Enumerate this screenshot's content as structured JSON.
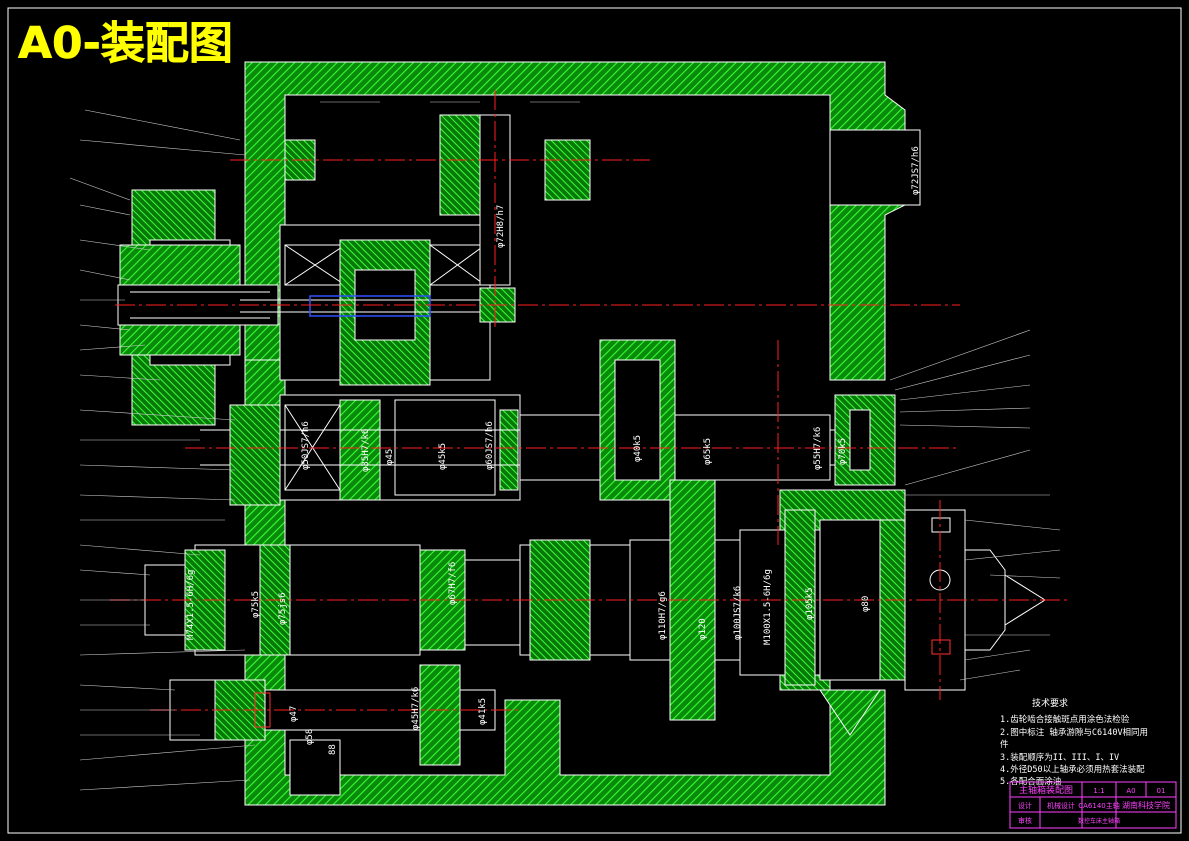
{
  "sheet": {
    "title": "A0-装配图",
    "title_color": "#ffff00",
    "background": "#000000",
    "hatch_color": "#00cc00",
    "line_color": "#ffffff",
    "center_color": "#ff0000",
    "leader_color": "#cfcfcf"
  },
  "dimensions": [
    {
      "label": "φ72JS7/h6"
    },
    {
      "label": "φ72H8/h7"
    },
    {
      "label": "φ50JS7/h6"
    },
    {
      "label": "φ35H7/k6"
    },
    {
      "label": "φ45"
    },
    {
      "label": "φ45k5"
    },
    {
      "label": "φ60JS7/h6"
    },
    {
      "label": "φ40k5"
    },
    {
      "label": "φ65k5"
    },
    {
      "label": "φ55H7/k6"
    },
    {
      "label": "φ70k5"
    },
    {
      "label": "φ75js6"
    },
    {
      "label": "φ110H7/g6"
    },
    {
      "label": "φ120"
    },
    {
      "label": "φ100JS7/k6"
    },
    {
      "label": "M74X1.5-6H/6g"
    },
    {
      "label": "M100X1.5-6H/6g"
    },
    {
      "label": "φ105k5"
    },
    {
      "label": "φ75k5"
    },
    {
      "label": "φ80"
    },
    {
      "label": "φ67H7/f6"
    },
    {
      "label": "φ58"
    },
    {
      "label": "φ41k5"
    },
    {
      "label": "φ45H7/k6"
    },
    {
      "label": "φ47"
    },
    {
      "label": "88"
    }
  ],
  "tech_notes": {
    "heading": "技术要求",
    "items": [
      "1.齿轮啮合接触斑点用涂色法检验",
      "2.图中标注   轴承游隙与C6140V相同用",
      "  件",
      "3.装配顺序为II、III、I、IV",
      "4.外径D50以上轴承必须用热套法装配",
      "5.各配合面涂油"
    ]
  },
  "title_block": {
    "drawing_name": "主轴箱装配图",
    "drawn_label": "设计",
    "checked_label": "审核",
    "school": "湖南科技学院",
    "class_label": "机械设计",
    "course": "CA6140主轴",
    "sheet_no": "01",
    "scale": "1:1",
    "name_ref": "数控车床主轴箱",
    "sheet_ref": "A0"
  }
}
